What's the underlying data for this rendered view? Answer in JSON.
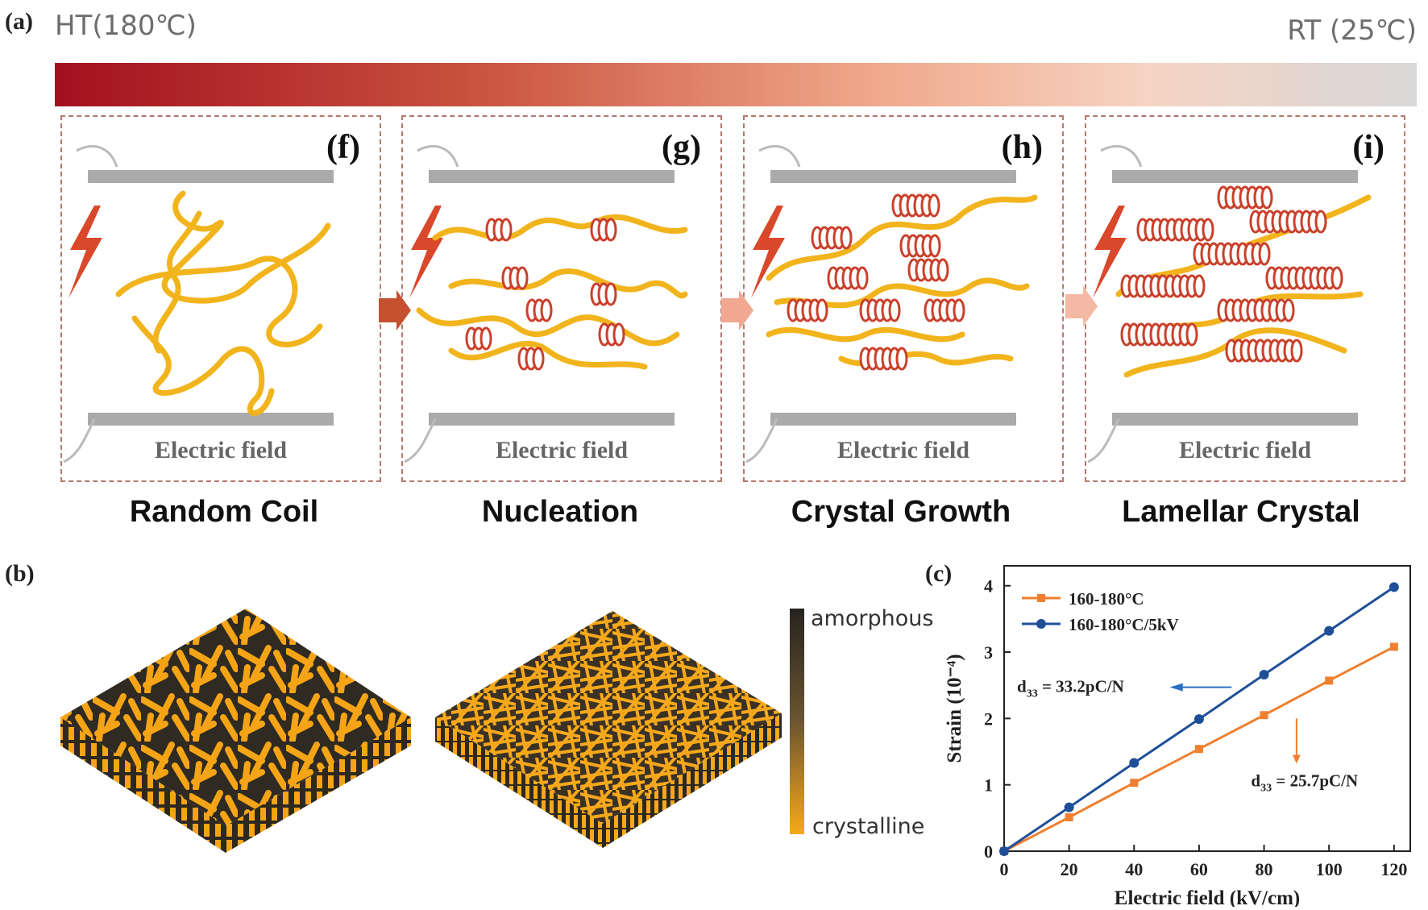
{
  "panel_labels": {
    "a": "(a)",
    "b": "(b)",
    "c": "(c)"
  },
  "temperature": {
    "high": "HT(180℃)",
    "low": "RT (25℃)"
  },
  "gradient": {
    "start_color": "#a3101e",
    "mid_color": "#f0a88a",
    "end_color": "#d9d9d9"
  },
  "stages": [
    {
      "letter": "(f)",
      "field_label": "Electric field",
      "name": "Random Coil"
    },
    {
      "letter": "(g)",
      "field_label": "Electric field",
      "name": "Nucleation"
    },
    {
      "letter": "(h)",
      "field_label": "Electric field",
      "name": "Crystal Growth"
    },
    {
      "letter": "(i)",
      "field_label": "Electric field",
      "name": "Lamellar Crystal"
    }
  ],
  "colors": {
    "chain": "#f2b41c",
    "helix": "#c9402b",
    "bolt": "#d9482a",
    "plate": "#aaaaaa",
    "border": "#b7786f"
  },
  "colorbar": {
    "top_label": "amorphous",
    "bottom_label": "crystalline"
  },
  "chart_data": {
    "type": "line",
    "xlabel": "Electric field (kV/cm)",
    "ylabel": "Strain (10⁻⁴)",
    "xlim": [
      0,
      125
    ],
    "ylim": [
      0,
      4.3
    ],
    "xticks": [
      0,
      20,
      40,
      60,
      80,
      100,
      120
    ],
    "yticks": [
      0,
      1,
      2,
      3,
      4
    ],
    "x": [
      0,
      20,
      40,
      60,
      80,
      100,
      120
    ],
    "series": [
      {
        "name": "160-180°C",
        "color": "#f07f2f",
        "marker": "square",
        "values": [
          0,
          0.51,
          1.03,
          1.54,
          2.05,
          2.57,
          3.08
        ]
      },
      {
        "name": "160-180°C/5kV",
        "color": "#1f4f99",
        "marker": "circle",
        "values": [
          0,
          0.66,
          1.33,
          1.99,
          2.66,
          3.32,
          3.98
        ]
      }
    ],
    "annotations": [
      {
        "text_main": "d",
        "text_sub": "33",
        "text_rest": " = 33.2pC/N",
        "series": "160-180°C/5kV"
      },
      {
        "text_main": "d",
        "text_sub": "33",
        "text_rest": " = 25.7pC/N",
        "series": "160-180°C"
      }
    ],
    "legend": "top-left",
    "grid": false
  }
}
